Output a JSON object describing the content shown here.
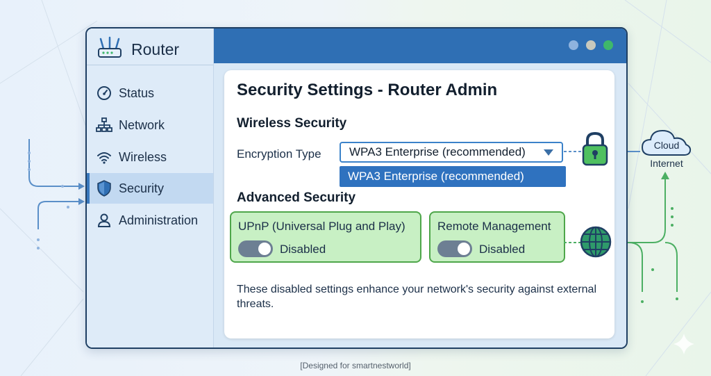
{
  "app": {
    "title": "Router"
  },
  "window_controls": {
    "dots": [
      {
        "name": "window-dot-blue",
        "color": "#8fb3de"
      },
      {
        "name": "window-dot-gray",
        "color": "#c9c9bd"
      },
      {
        "name": "window-dot-green",
        "color": "#3fb86b"
      }
    ]
  },
  "sidebar": {
    "items": [
      {
        "id": "status",
        "label": "Status",
        "icon": "gauge-icon",
        "active": false
      },
      {
        "id": "network",
        "label": "Network",
        "icon": "network-tree-icon",
        "active": false
      },
      {
        "id": "wireless",
        "label": "Wireless",
        "icon": "wifi-icon",
        "active": false
      },
      {
        "id": "security",
        "label": "Security",
        "icon": "shield-icon",
        "active": true
      },
      {
        "id": "administration",
        "label": "Administration",
        "icon": "user-icon",
        "active": false
      }
    ]
  },
  "main": {
    "title": "Security Settings - Router Admin",
    "wireless_section": {
      "title": "Wireless Security",
      "encryption_label": "Encryption Type",
      "encryption_value": "WPA3 Enterprise (recommended)",
      "encryption_options": [
        "WPA3 Enterprise (recommended)"
      ]
    },
    "advanced_section": {
      "title": "Advanced Security",
      "toggles": [
        {
          "label": "UPnP (Universal Plug and Play)",
          "state": "Disabled",
          "on": false
        },
        {
          "label": "Remote Management",
          "state": "Disabled",
          "on": false
        }
      ]
    },
    "note": "These disabled settings enhance your network's security against external threats."
  },
  "diagram": {
    "cloud_label": "Cloud",
    "internet_label": "Internet",
    "lock_icon": "lock-icon",
    "globe_icon": "globe-icon"
  },
  "footer": {
    "text": "[Designed for smartnestworld]"
  },
  "colors": {
    "accent": "#2f6fb4",
    "sidebar_bg": "#deebf8",
    "active_item_bg": "#c2d9f1",
    "toggle_card_bg": "#c8f0c4",
    "toggle_card_border": "#4ea64a",
    "line_green": "#4caf63",
    "line_blue": "#5a8fc8"
  }
}
